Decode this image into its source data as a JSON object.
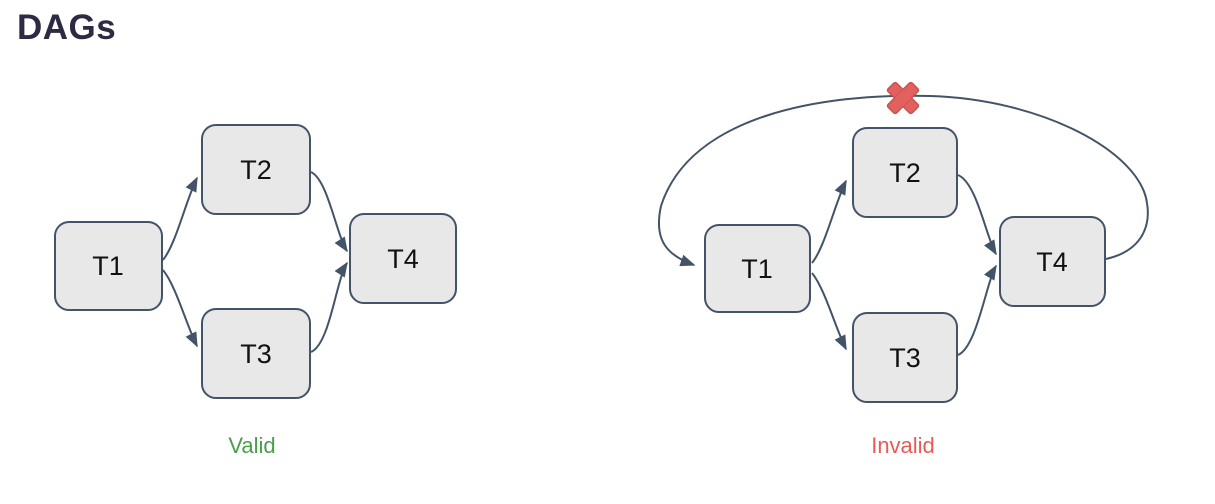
{
  "page": {
    "title": "DAGs"
  },
  "colors": {
    "node_fill": "#e8e8e8",
    "node_border": "#435468",
    "arrow": "#435468",
    "title_text": "#2d2b43",
    "valid_caption": "#4a9d4b",
    "invalid_caption": "#e85b55",
    "cross_marker": "#e2615e"
  },
  "icons": {
    "invalid_marker": "x-cross-icon",
    "edge_end": "arrowhead-icon"
  },
  "diagrams": {
    "valid": {
      "caption": "Valid",
      "nodes": [
        {
          "id": "T1",
          "label": "T1"
        },
        {
          "id": "T2",
          "label": "T2"
        },
        {
          "id": "T3",
          "label": "T3"
        },
        {
          "id": "T4",
          "label": "T4"
        }
      ],
      "edges": [
        {
          "from": "T1",
          "to": "T2"
        },
        {
          "from": "T1",
          "to": "T3"
        },
        {
          "from": "T2",
          "to": "T4"
        },
        {
          "from": "T3",
          "to": "T4"
        }
      ]
    },
    "invalid": {
      "caption": "Invalid",
      "nodes": [
        {
          "id": "T1",
          "label": "T1"
        },
        {
          "id": "T2",
          "label": "T2"
        },
        {
          "id": "T3",
          "label": "T3"
        },
        {
          "id": "T4",
          "label": "T4"
        }
      ],
      "edges": [
        {
          "from": "T1",
          "to": "T2"
        },
        {
          "from": "T1",
          "to": "T3"
        },
        {
          "from": "T2",
          "to": "T4"
        },
        {
          "from": "T3",
          "to": "T4"
        },
        {
          "from": "T4",
          "to": "T1",
          "cycle": true,
          "marked_invalid": true
        }
      ]
    }
  }
}
